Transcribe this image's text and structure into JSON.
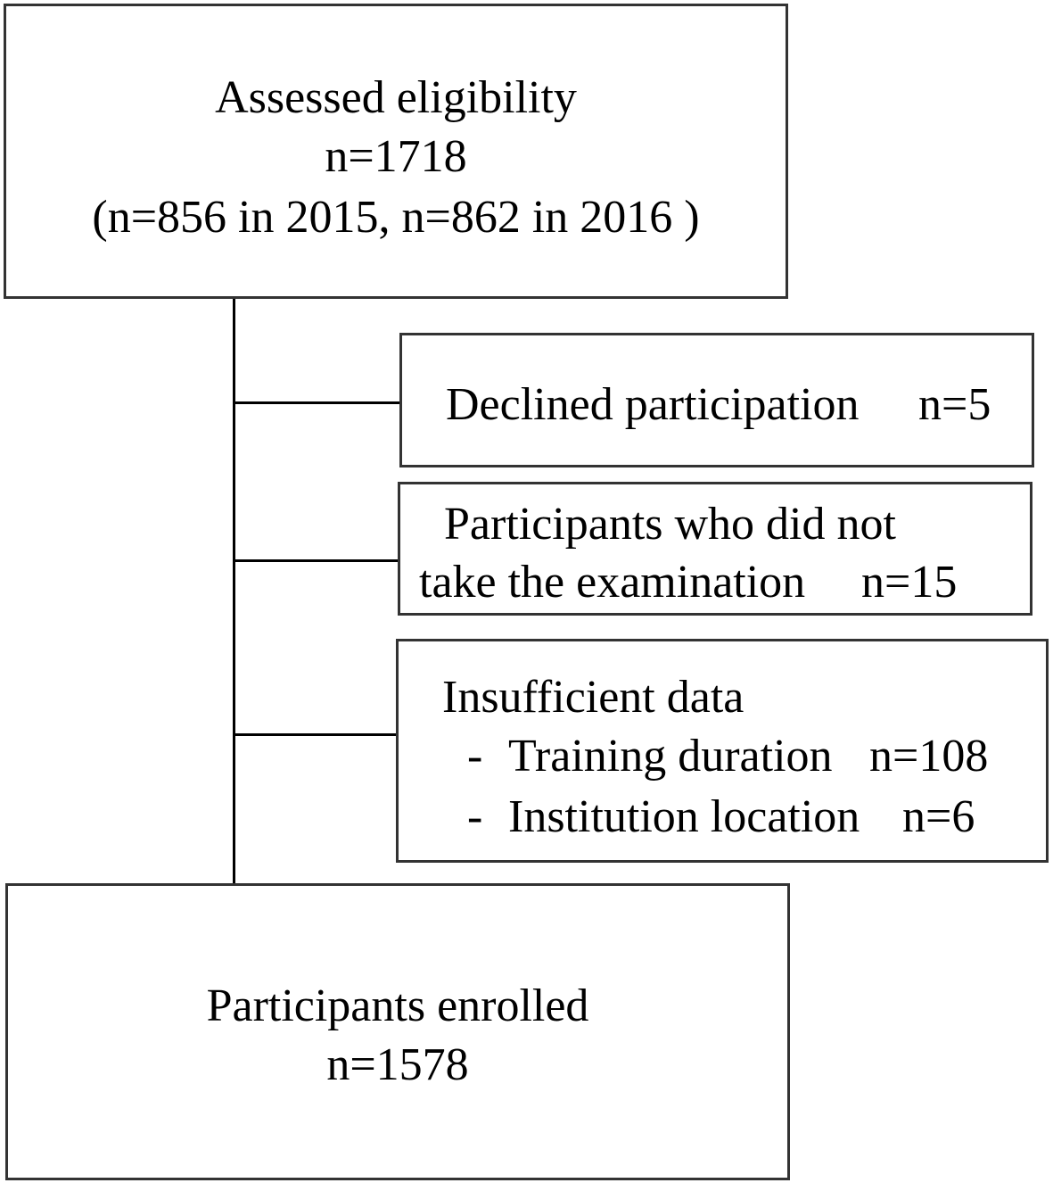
{
  "assessed": {
    "title": "Assessed eligibility",
    "count": "n=1718",
    "breakdown": "(n=856 in 2015, n=862 in 2016 )"
  },
  "exclusions": {
    "declined": {
      "label": "Declined participation",
      "count": "n=5"
    },
    "no_exam": {
      "line1": "Participants who did not",
      "line2_label": "take the examination",
      "line2_count": "n=15"
    },
    "insufficient": {
      "title": "Insufficient data",
      "items": [
        {
          "dash": "-",
          "label": "Training duration",
          "count": "n=108"
        },
        {
          "dash": "-",
          "label": "Institution location",
          "count": "n=6"
        }
      ]
    }
  },
  "enrolled": {
    "title": "Participants enrolled",
    "count": "n=1578"
  }
}
